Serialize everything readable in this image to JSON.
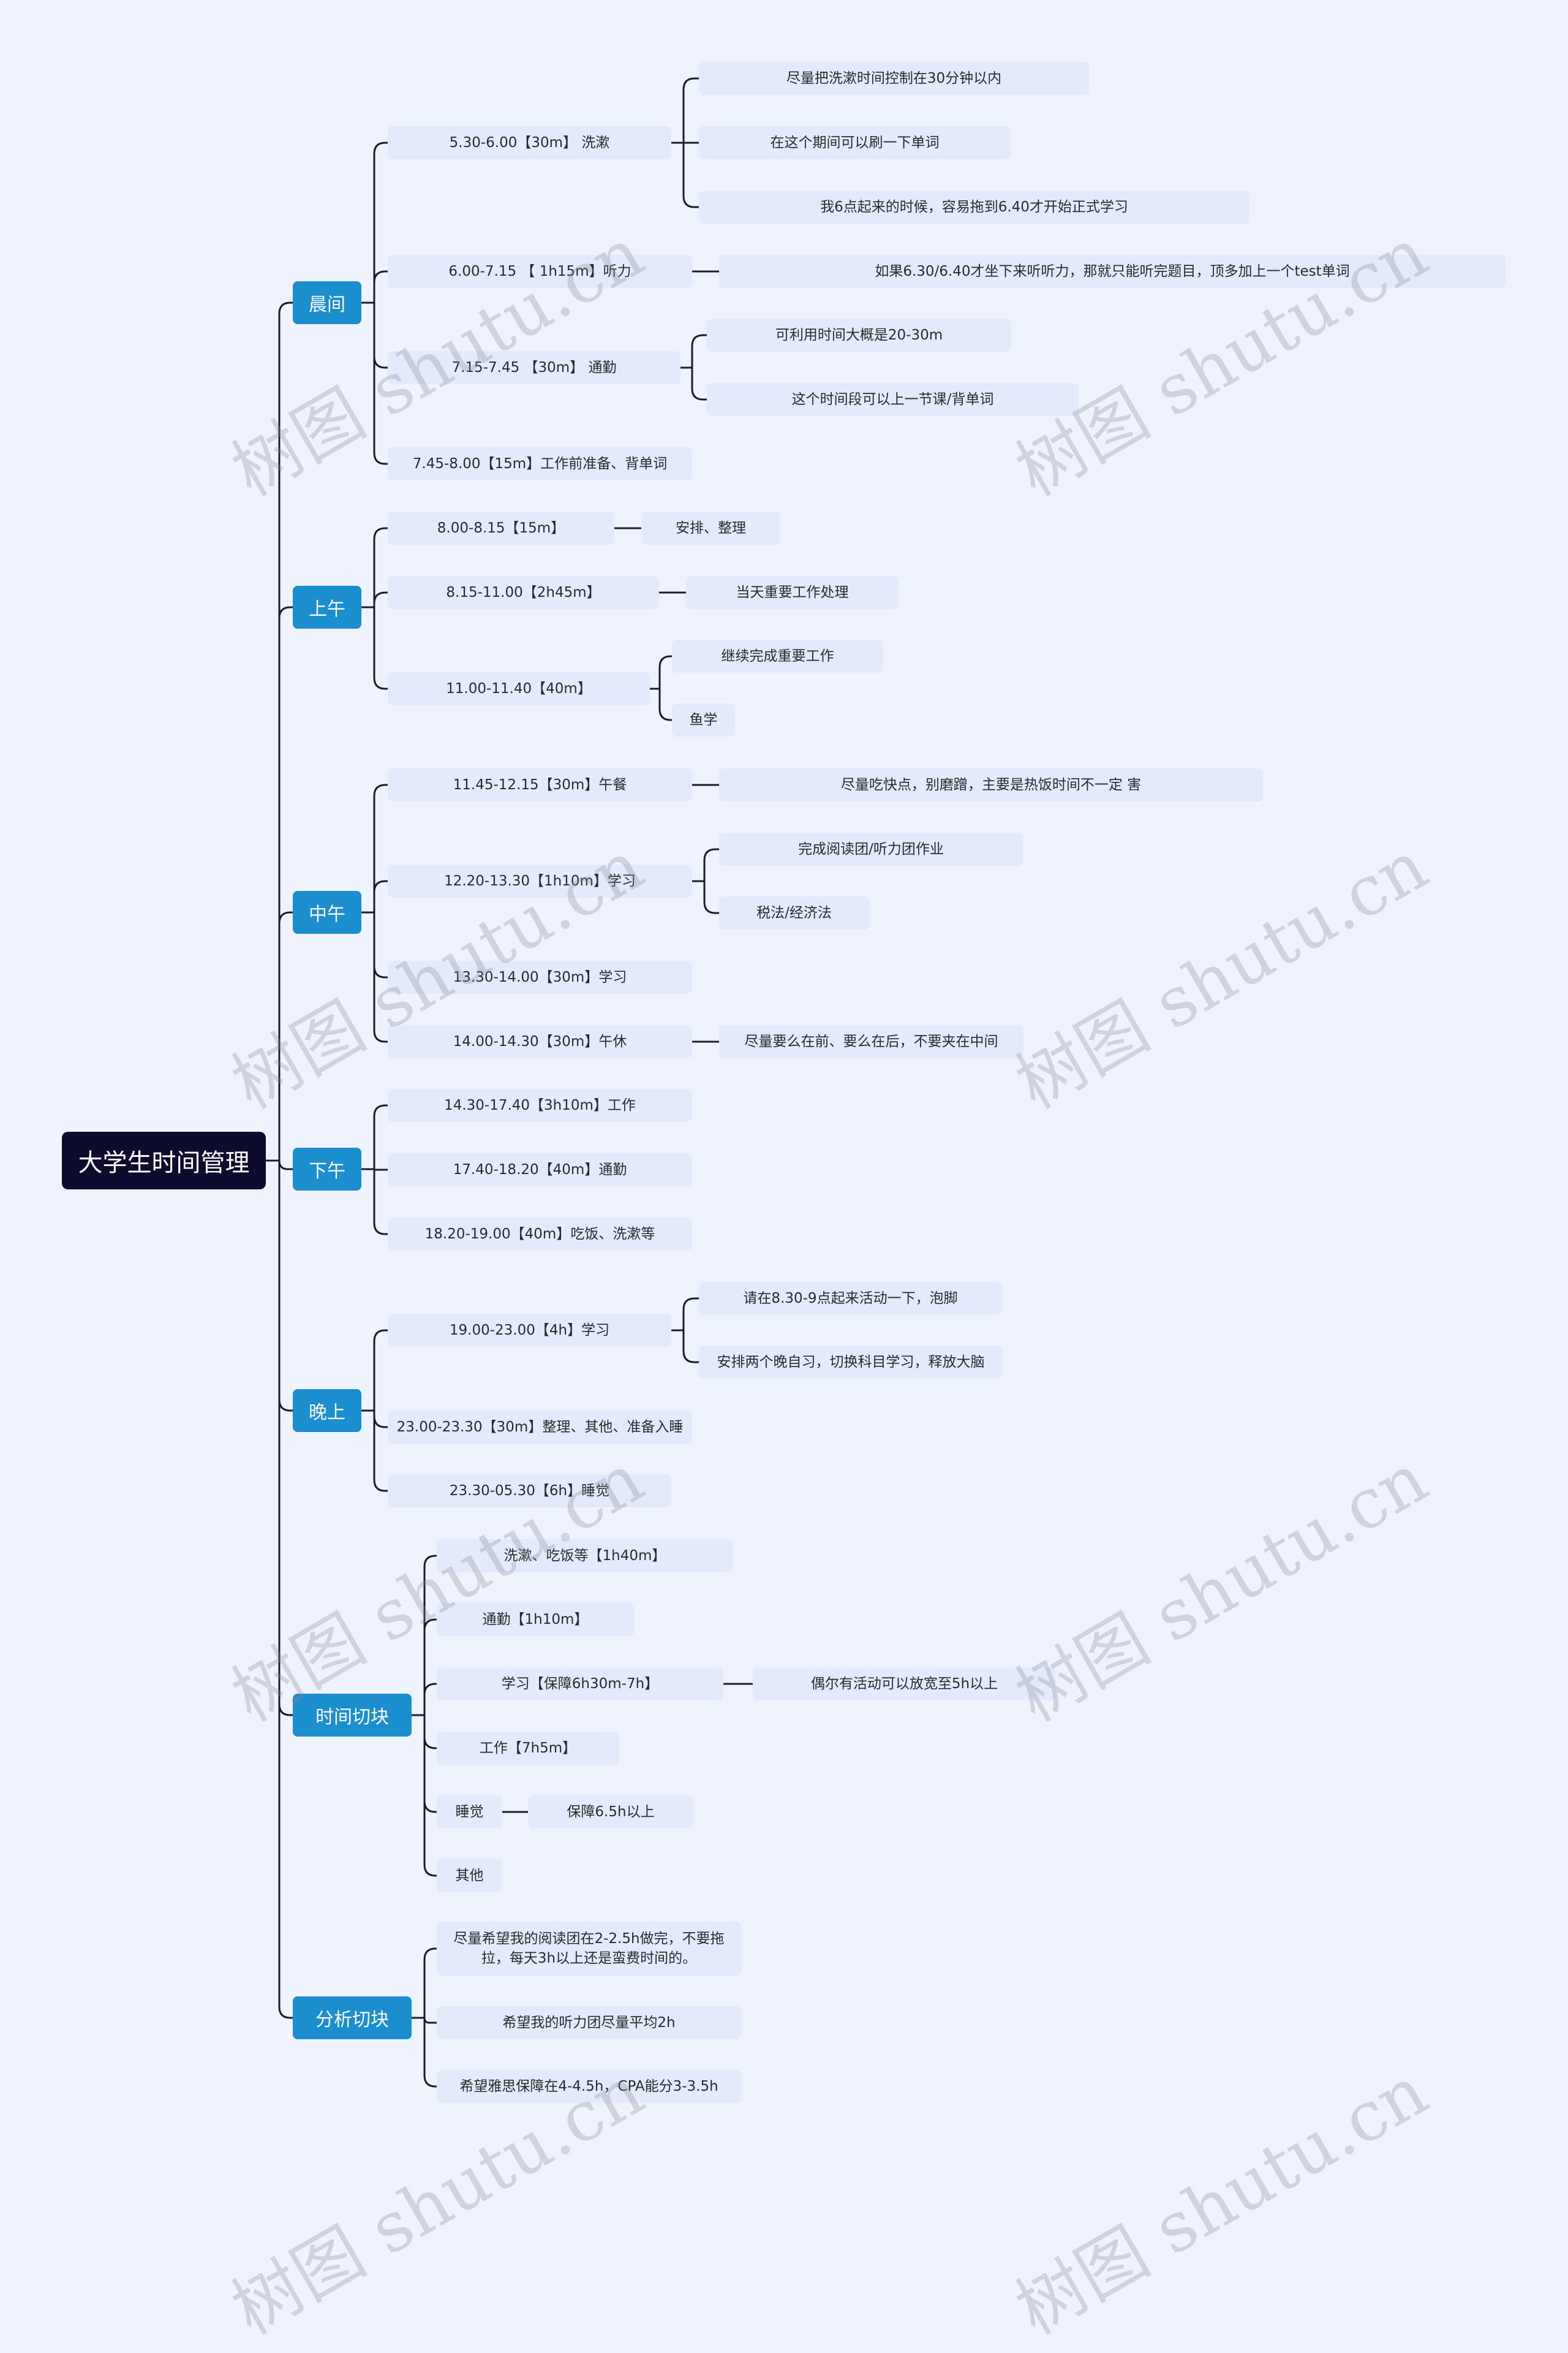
{
  "title": "大学生时间管理",
  "watermark": "树图 shutu.cn",
  "branches": [
    {
      "label": "晨间",
      "children": [
        {
          "label": "5.30-6.00【30m】 洗漱",
          "notes": [
            "尽量把洗漱时间控制在30分钟以内",
            "在这个期间可以刷一下单词",
            "我6点起来的时候，容易拖到6.40才开始正式学习"
          ]
        },
        {
          "label": "6.00-7.15 【 1h15m】听力",
          "notes": [
            "如果6.30/6.40才坐下来听听力，那就只能听完题目，顶多加上一个test单词"
          ]
        },
        {
          "label": "7.15-7.45 【30m】 通勤",
          "notes": [
            "可利用时间大概是20-30m",
            "这个时间段可以上一节课/背单词"
          ]
        },
        {
          "label": "7.45-8.00【15m】工作前准备、背单词",
          "notes": []
        }
      ]
    },
    {
      "label": "上午",
      "children": [
        {
          "label": "8.00-8.15【15m】",
          "notes": [
            "安排、整理"
          ]
        },
        {
          "label": "8.15-11.00【2h45m】",
          "notes": [
            "当天重要工作处理"
          ]
        },
        {
          "label": "11.00-11.40【40m】",
          "notes": [
            "继续完成重要工作",
            "鱼学"
          ]
        }
      ]
    },
    {
      "label": "中午",
      "children": [
        {
          "label": "11.45-12.15【30m】午餐",
          "notes": [
            "尽量吃快点，别磨蹭，主要是热饭时间不一定 害"
          ]
        },
        {
          "label": "12.20-13.30【1h10m】学习",
          "notes": [
            "完成阅读团/听力团作业",
            "税法/经济法"
          ]
        },
        {
          "label": "13.30-14.00【30m】学习",
          "notes": []
        },
        {
          "label": "14.00-14.30【30m】午休",
          "notes": [
            "尽量要么在前、要么在后，不要夹在中间"
          ]
        }
      ]
    },
    {
      "label": "下午",
      "children": [
        {
          "label": "14.30-17.40【3h10m】工作",
          "notes": []
        },
        {
          "label": "17.40-18.20【40m】通勤",
          "notes": []
        },
        {
          "label": "18.20-19.00【40m】吃饭、洗漱等",
          "notes": []
        }
      ]
    },
    {
      "label": "晚上",
      "children": [
        {
          "label": "19.00-23.00【4h】学习",
          "notes": [
            "请在8.30-9点起来活动一下，泡脚",
            "安排两个晚自习，切换科目学习，释放大脑"
          ]
        },
        {
          "label": "23.00-23.30【30m】整理、其他、准备入睡",
          "notes": []
        },
        {
          "label": "23.30-05.30【6h】睡觉",
          "notes": []
        }
      ]
    },
    {
      "label": "时间切块",
      "children": [
        {
          "label": "洗漱、吃饭等【1h40m】",
          "notes": []
        },
        {
          "label": "通勤【1h10m】",
          "notes": []
        },
        {
          "label": "学习【保障6h30m-7h】",
          "notes": [
            "偶尔有活动可以放宽至5h以上"
          ]
        },
        {
          "label": "工作【7h5m】",
          "notes": []
        },
        {
          "label": "睡觉",
          "notes": [
            "保障6.5h以上"
          ]
        },
        {
          "label": "其他",
          "notes": []
        }
      ]
    },
    {
      "label": "分析切块",
      "children": [
        {
          "label": "尽量希望我的阅读团在2-2.5h做完，不要拖拉，每天3h以上还是蛮费时间的。",
          "notes": []
        },
        {
          "label": "希望我的听力团尽量平均2h",
          "notes": []
        },
        {
          "label": "希望雅思保障在4-4.5h，CPA能分3-3.5h",
          "notes": []
        }
      ]
    }
  ]
}
